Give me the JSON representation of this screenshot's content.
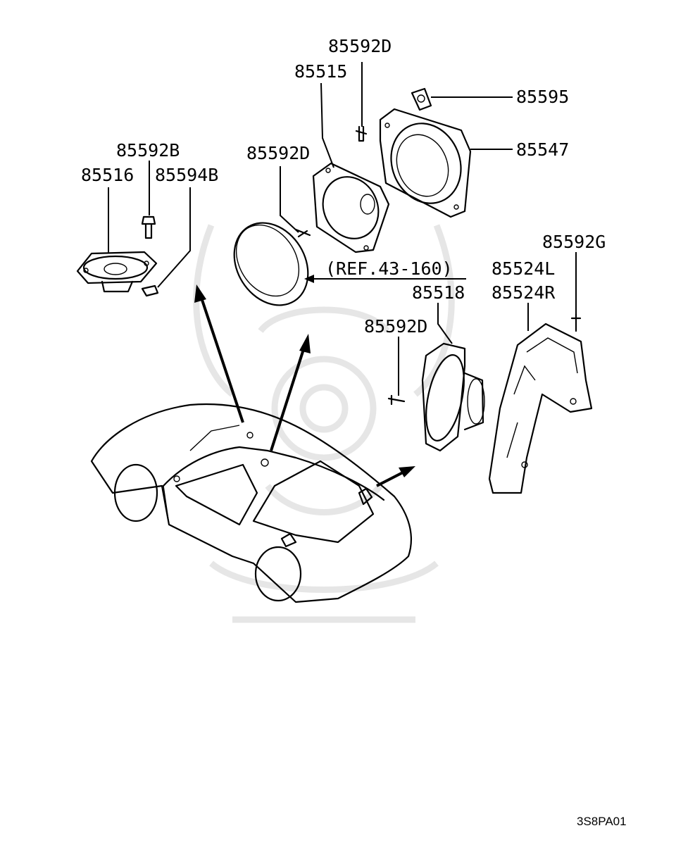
{
  "labels": {
    "p85592D_top": "85592D",
    "p85515": "85515",
    "p85595": "85595",
    "p85547": "85547",
    "p85592B": "85592B",
    "p85516": "85516",
    "p85594B": "85594B",
    "p85592D_mid": "85592D",
    "p85592G": "85592G",
    "ref": "(REF.43-160)",
    "p85524L": "85524L",
    "p85518": "85518",
    "p85524R": "85524R",
    "p85592D_low": "85592D"
  },
  "diagram_code": "3S8PA01"
}
